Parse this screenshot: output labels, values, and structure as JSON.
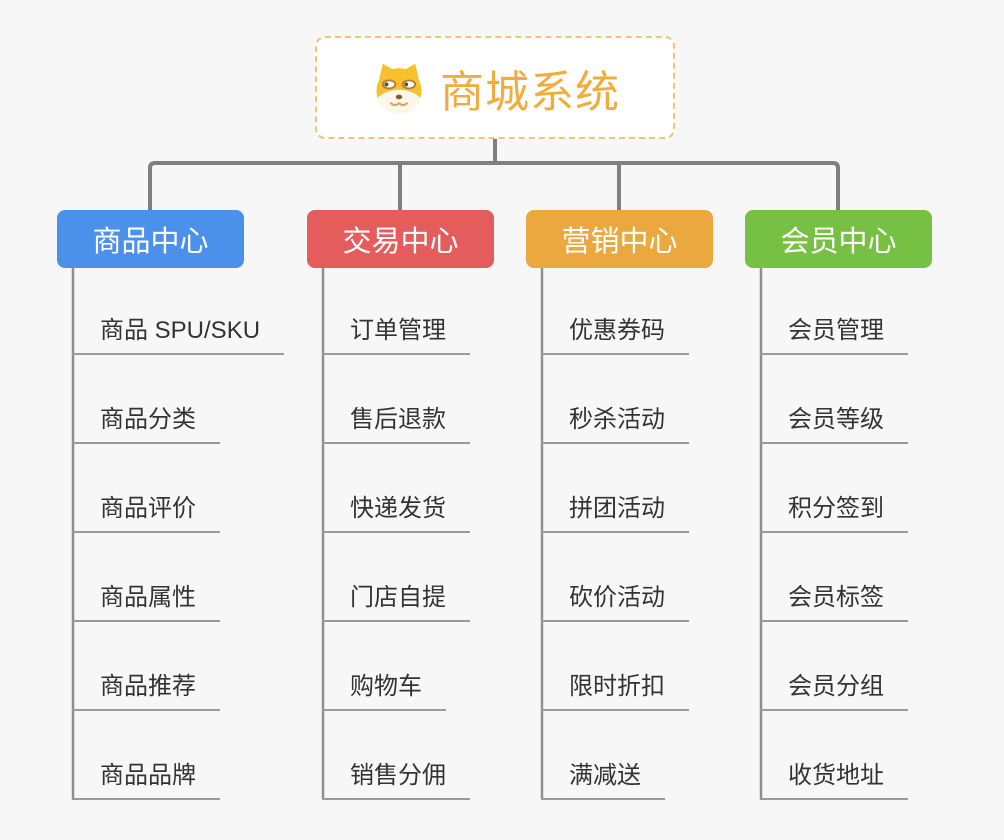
{
  "root": {
    "title": "商城系统",
    "icon": "dog-face-icon",
    "title_color": "#f2ac3e",
    "border_color": "#f3c477"
  },
  "connector_color": "#7f7f7f",
  "branches": [
    {
      "label": "商品中心",
      "color": "#4b91e9",
      "items": [
        "商品 SPU/SKU",
        "商品分类",
        "商品评价",
        "商品属性",
        "商品推荐",
        "商品品牌"
      ]
    },
    {
      "label": "交易中心",
      "color": "#e45c5c",
      "items": [
        "订单管理",
        "售后退款",
        "快递发货",
        "门店自提",
        "购物车",
        "销售分佣"
      ]
    },
    {
      "label": "营销中心",
      "color": "#eaa83f",
      "items": [
        "优惠券码",
        "秒杀活动",
        "拼团活动",
        "砍价活动",
        "限时折扣",
        "满减送"
      ]
    },
    {
      "label": "会员中心",
      "color": "#76c143",
      "items": [
        "会员管理",
        "会员等级",
        "积分签到",
        "会员标签",
        "会员分组",
        "收货地址"
      ]
    }
  ]
}
